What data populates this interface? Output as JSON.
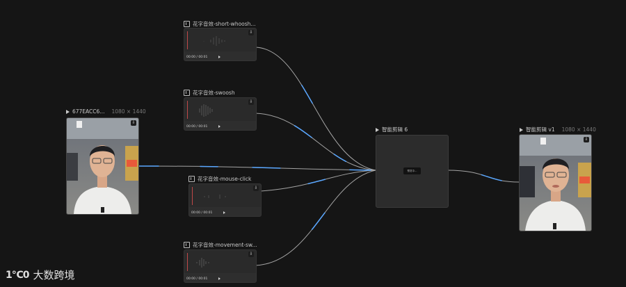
{
  "canvas": {
    "background": "#151515",
    "edge_color": "#bdbdbd",
    "flow_color": "#5aa7ff"
  },
  "input_video": {
    "title": "677EACC6...",
    "dims": "1080 × 1440"
  },
  "audio_nodes": [
    {
      "title": "花字音效-short-whoosh...",
      "time": "00:00 / 00:01"
    },
    {
      "title": "花字音效-swoosh",
      "time": "00:00 / 00:01"
    },
    {
      "title": "花字音效-mouse-click",
      "time": "00:00 / 00:01"
    },
    {
      "title": "花字音效-movement-sw...",
      "time": "00:00 / 00:01"
    }
  ],
  "process_node": {
    "title": "智能剪辑 6",
    "button_label": "预览中…"
  },
  "output_video": {
    "title": "智能剪辑 v1",
    "dims": "1080 × 1440"
  },
  "icons": {
    "download": "download-icon",
    "audio": "audio-icon",
    "video": "play-icon"
  },
  "watermark": {
    "logo": "1℃0",
    "text": "大数跨境"
  }
}
